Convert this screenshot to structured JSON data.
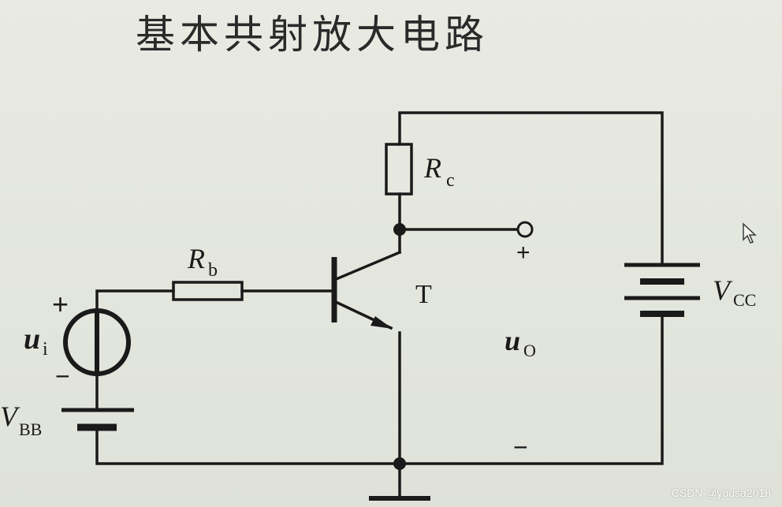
{
  "title": "基本共射放大电路",
  "labels": {
    "rc_main": "R",
    "rc_sub": "c",
    "rb_main": "R",
    "rb_sub": "b",
    "transistor": "T",
    "vcc_main": "V",
    "vcc_sub": "CC",
    "ui_main": "u",
    "ui_sub": "i",
    "vbb_main": "V",
    "vbb_sub": "BB",
    "uo_main": "u",
    "uo_sub": "O",
    "plus_input": "+",
    "minus_input": "−",
    "plus_output": "+",
    "minus_output": "−"
  },
  "watermark": "CSDN @yousa2018",
  "icons": [
    "mouse-cursor-icon",
    "ground-icon"
  ]
}
